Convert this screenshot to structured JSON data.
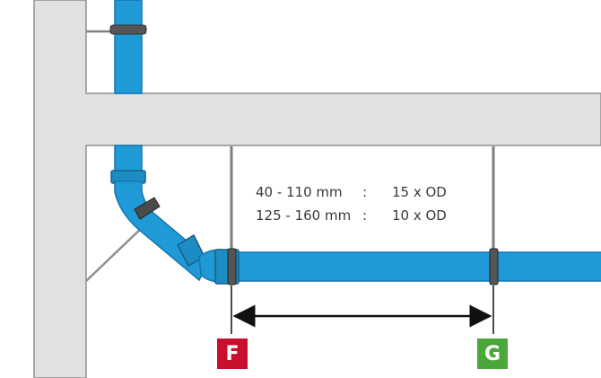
{
  "spacing_rules": [
    {
      "range": "40 - 110 mm",
      "separator": ":",
      "spacing": "15 x OD"
    },
    {
      "range": "125 - 160 mm",
      "separator": ":",
      "spacing": "10 x OD"
    }
  ],
  "support_points": [
    {
      "label": "F",
      "color": "#c8102e"
    },
    {
      "label": "G",
      "color": "#4aa83a"
    }
  ],
  "colors": {
    "concrete": "#e2e1df",
    "concrete_edge": "#8f8f8f",
    "pipe": "#1f9ad6",
    "pipe_dark": "#1477ad",
    "hanger": "#8e8e8e"
  }
}
